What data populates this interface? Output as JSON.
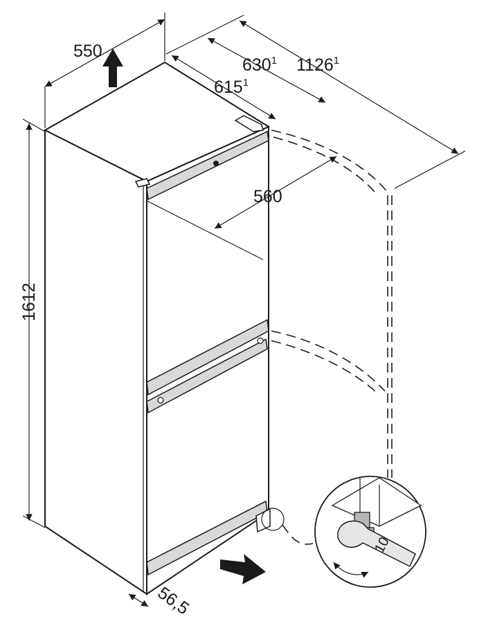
{
  "dimensions": {
    "depth_top": "550",
    "depth_door_open": "630",
    "depth_door_open_note": "1",
    "width_door_open": "1126",
    "width_door_open_note": "1",
    "depth_body": "615",
    "depth_body_note": "1",
    "width_inner": "560",
    "height": "1612",
    "plinth": "56,5",
    "wrench_size": "10"
  },
  "colors": {
    "line": "#1a1a1a",
    "fridge_body": "#ffffff",
    "handle_fill": "#d9d9d9",
    "adjuster_fill": "#b5b5b5"
  },
  "icons": [
    "up-arrow-icon",
    "right-arrow-icon",
    "wrench-icon",
    "rotation-arrow-icon"
  ]
}
